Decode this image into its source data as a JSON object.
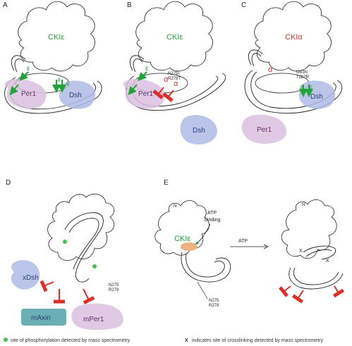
{
  "panels": {
    "A": {
      "letter": "A",
      "kinase": "CKIε",
      "eps1": "ε",
      "eps2": "ε",
      "eps3": "ε",
      "per": "Per1",
      "dsh": "Dsh"
    },
    "B": {
      "letter": "B",
      "kinase": "CKIε",
      "eps1": "ε",
      "alpha1": "α",
      "alpha2": "α",
      "mut1": "N275I",
      "mut2": "R279T",
      "per": "Per1",
      "dsh": "Dsh"
    },
    "C": {
      "letter": "C",
      "kinase": "CKIα",
      "alpha": "α",
      "eps1": "ε",
      "eps2": "ε",
      "mut1": "I283N",
      "mut2": "T287R",
      "dsh": "Dsh",
      "per": "Per1"
    },
    "D": {
      "letter": "D",
      "xdsh": "xDsh",
      "maxin": "mAxin",
      "mper": "mPer1",
      "mut1": "N275",
      "mut2": "R279"
    },
    "E": {
      "letter": "E",
      "n_term_left": "N",
      "n_term_right": "N",
      "atp_binding_1": "ATP",
      "atp_binding_2": "binding",
      "kinase": "CKIε",
      "atp_arrow": "ATP",
      "mut1": "N275",
      "mut2": "R279",
      "x1": "X",
      "x2": "X"
    }
  },
  "footer": {
    "left": "site of phosphorylation detected by mass spectrometry",
    "right_x": "X",
    "right": "indicates site of crosslinking detected by mass spectrometry"
  },
  "colors": {
    "green": "#23a33a",
    "red": "#d8322b",
    "per_fill": "#d9bfe0",
    "dsh_fill": "#aebbe5",
    "maxin_fill": "#5aa6ad",
    "atp_fill": "#f1b07f"
  }
}
